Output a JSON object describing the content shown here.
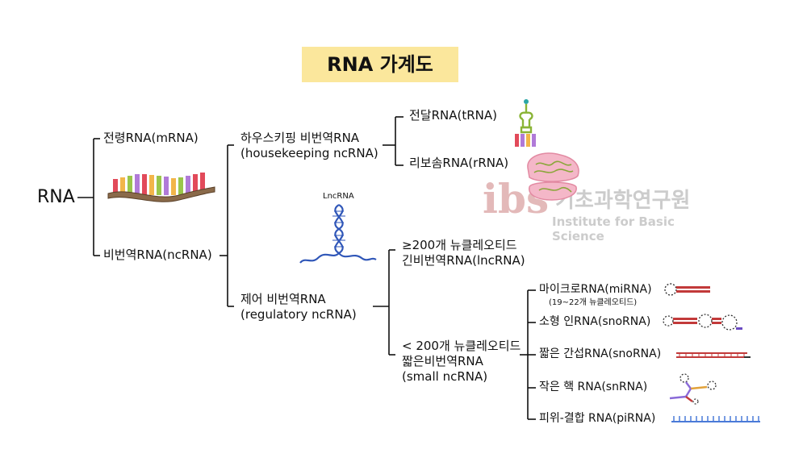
{
  "title": "RNA 가계도",
  "root": "RNA",
  "level1": {
    "mrna": "전령RNA(mRNA)",
    "ncrna": "비번역RNA(ncRNA)"
  },
  "level2": {
    "housekeeping_ko": "하우스키핑 비번역RNA",
    "housekeeping_en": "(housekeeping ncRNA)",
    "regulatory_ko": "제어 비번역RNA",
    "regulatory_en": "(regulatory ncRNA)"
  },
  "level3": {
    "trna": "전달RNA(tRNA)",
    "rrna": "리보솜RNA(rRNA)",
    "long_line1": "≥200개 뉴클레오티드",
    "long_line2": "긴비번역RNA(lncRNA)",
    "short_line1": "< 200개 뉴클레오티드",
    "short_line2": "짧은비번역RNA",
    "short_line3": "(small ncRNA)"
  },
  "level4": {
    "mirna": "마이크로RNA(miRNA)",
    "mirna_note": "(19~22개 뉴클레오티드)",
    "snorna": "소형 인RNA(snoRNA)",
    "intron": "짧은 간섭RNA(snoRNA)",
    "snrna": "작은 핵 RNA(snRNA)",
    "pirna": "피위-결합 RNA(piRNA)"
  },
  "lncrna_label": "LncRNA",
  "watermark": {
    "logo": "ibs",
    "name_ko": "기초과학연구원",
    "name_en": "Institute for Basic Science"
  },
  "colors": {
    "title_bg": "#fbe79c",
    "line": "#111111",
    "dna_blue": "#2f56b8",
    "watermark": "#c9c9c9"
  },
  "icons": [
    "mrna-strand-icon",
    "trna-icon",
    "rrna-ribosome-icon",
    "lncrna-helix-icon",
    "mirna-hairpin-icon",
    "snorna-icon",
    "sirna-icon",
    "snrna-icon",
    "pirna-icon"
  ]
}
